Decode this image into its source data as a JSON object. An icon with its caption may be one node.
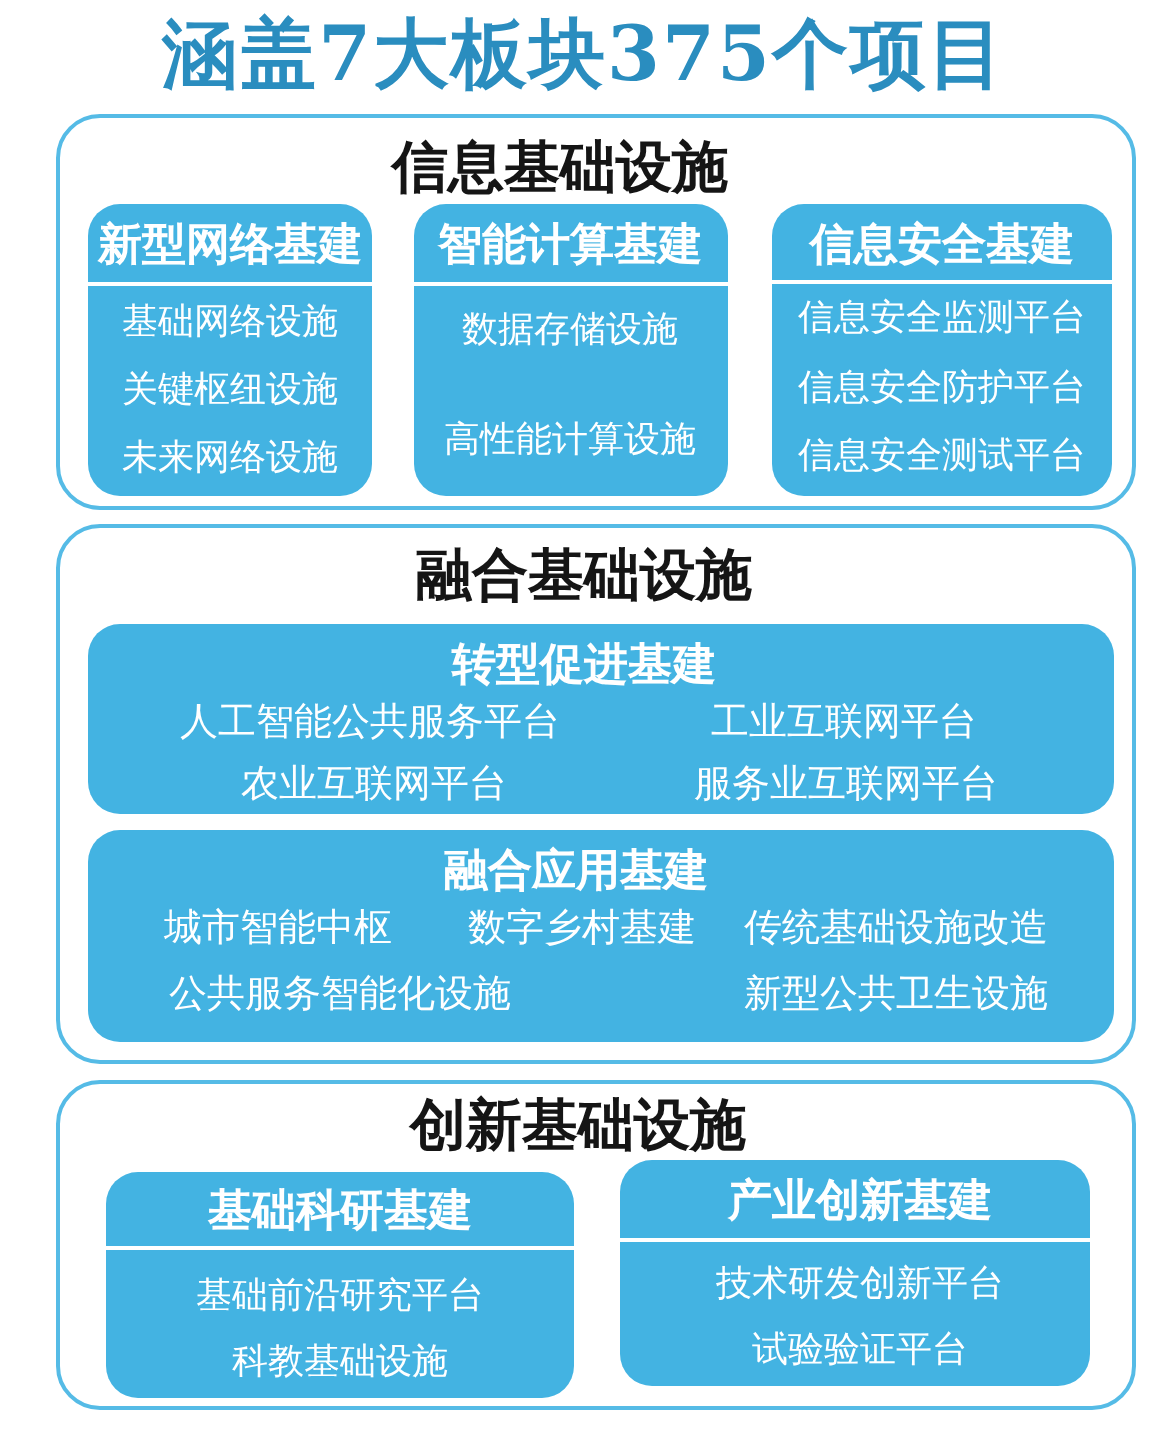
{
  "diagram": {
    "title": "涵盖7大板块375个项目",
    "nodes": [
      {
        "text": [
          "信息基础设施"
        ]
      },
      {
        "text": [
          "新型网络基建",
          "基础网络设施",
          "关键枢纽设施",
          "未来网络设施"
        ],
        "in": 0
      },
      {
        "text": [
          "智能计算基建",
          "数据存储设施",
          "高性能计算设施"
        ],
        "in": 0
      },
      {
        "text": [
          "信息安全基建",
          "信息安全监测平台",
          "信息安全防护平台",
          "信息安全测试平台"
        ],
        "in": 0
      },
      {
        "text": [
          "融合基础设施"
        ]
      },
      {
        "text": [
          "转型促进基建",
          "人工智能公共服务平台",
          "工业互联网平台",
          "农业互联网平台",
          "服务业互联网平台"
        ],
        "in": 4
      },
      {
        "text": [
          "融合应用基建",
          "城市智能中枢",
          "数字乡村基建",
          "传统基础设施改造",
          "公共服务智能化设施",
          "新型公共卫生设施"
        ],
        "in": 4
      },
      {
        "text": [
          "创新基础设施"
        ]
      },
      {
        "text": [
          "基础科研基建",
          "基础前沿研究平台",
          "科教基础设施"
        ],
        "in": 7
      },
      {
        "text": [
          "产业创新基建",
          "技术研发创新平台",
          "试验验证平台"
        ],
        "in": 7
      }
    ]
  }
}
